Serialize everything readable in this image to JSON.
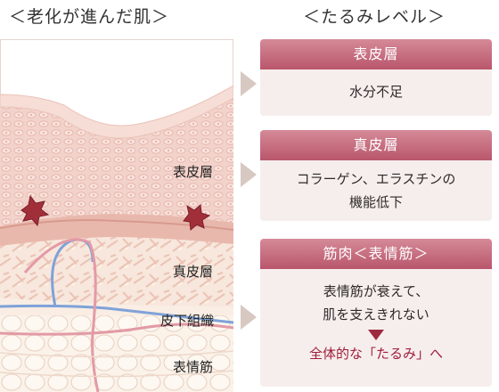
{
  "headings": {
    "left": "＜老化が進んだ肌＞",
    "right": "＜たるみレベル＞"
  },
  "layer_labels": {
    "epidermis": "表皮層",
    "dermis": "真皮層",
    "subcutaneous": "皮下組織",
    "muscle": "表情筋"
  },
  "cards": [
    {
      "title": "表皮層",
      "lines": [
        "水分不足"
      ]
    },
    {
      "title": "真皮層",
      "lines": [
        "コラーゲン、エラスチンの",
        "機能低下"
      ]
    },
    {
      "title": "筋肉＜表情筋＞",
      "lines": [
        "表情筋が衰えて、",
        "肌を支えきれない"
      ],
      "result": "全体的な「たるみ」へ"
    }
  ],
  "colors": {
    "accent": "#b9566c",
    "result_text": "#a01d3a",
    "card_bg": "#f6eeed",
    "arrow": "#d8c8c2",
    "artery": "#e39aa6",
    "vein": "#7fa2d8"
  }
}
